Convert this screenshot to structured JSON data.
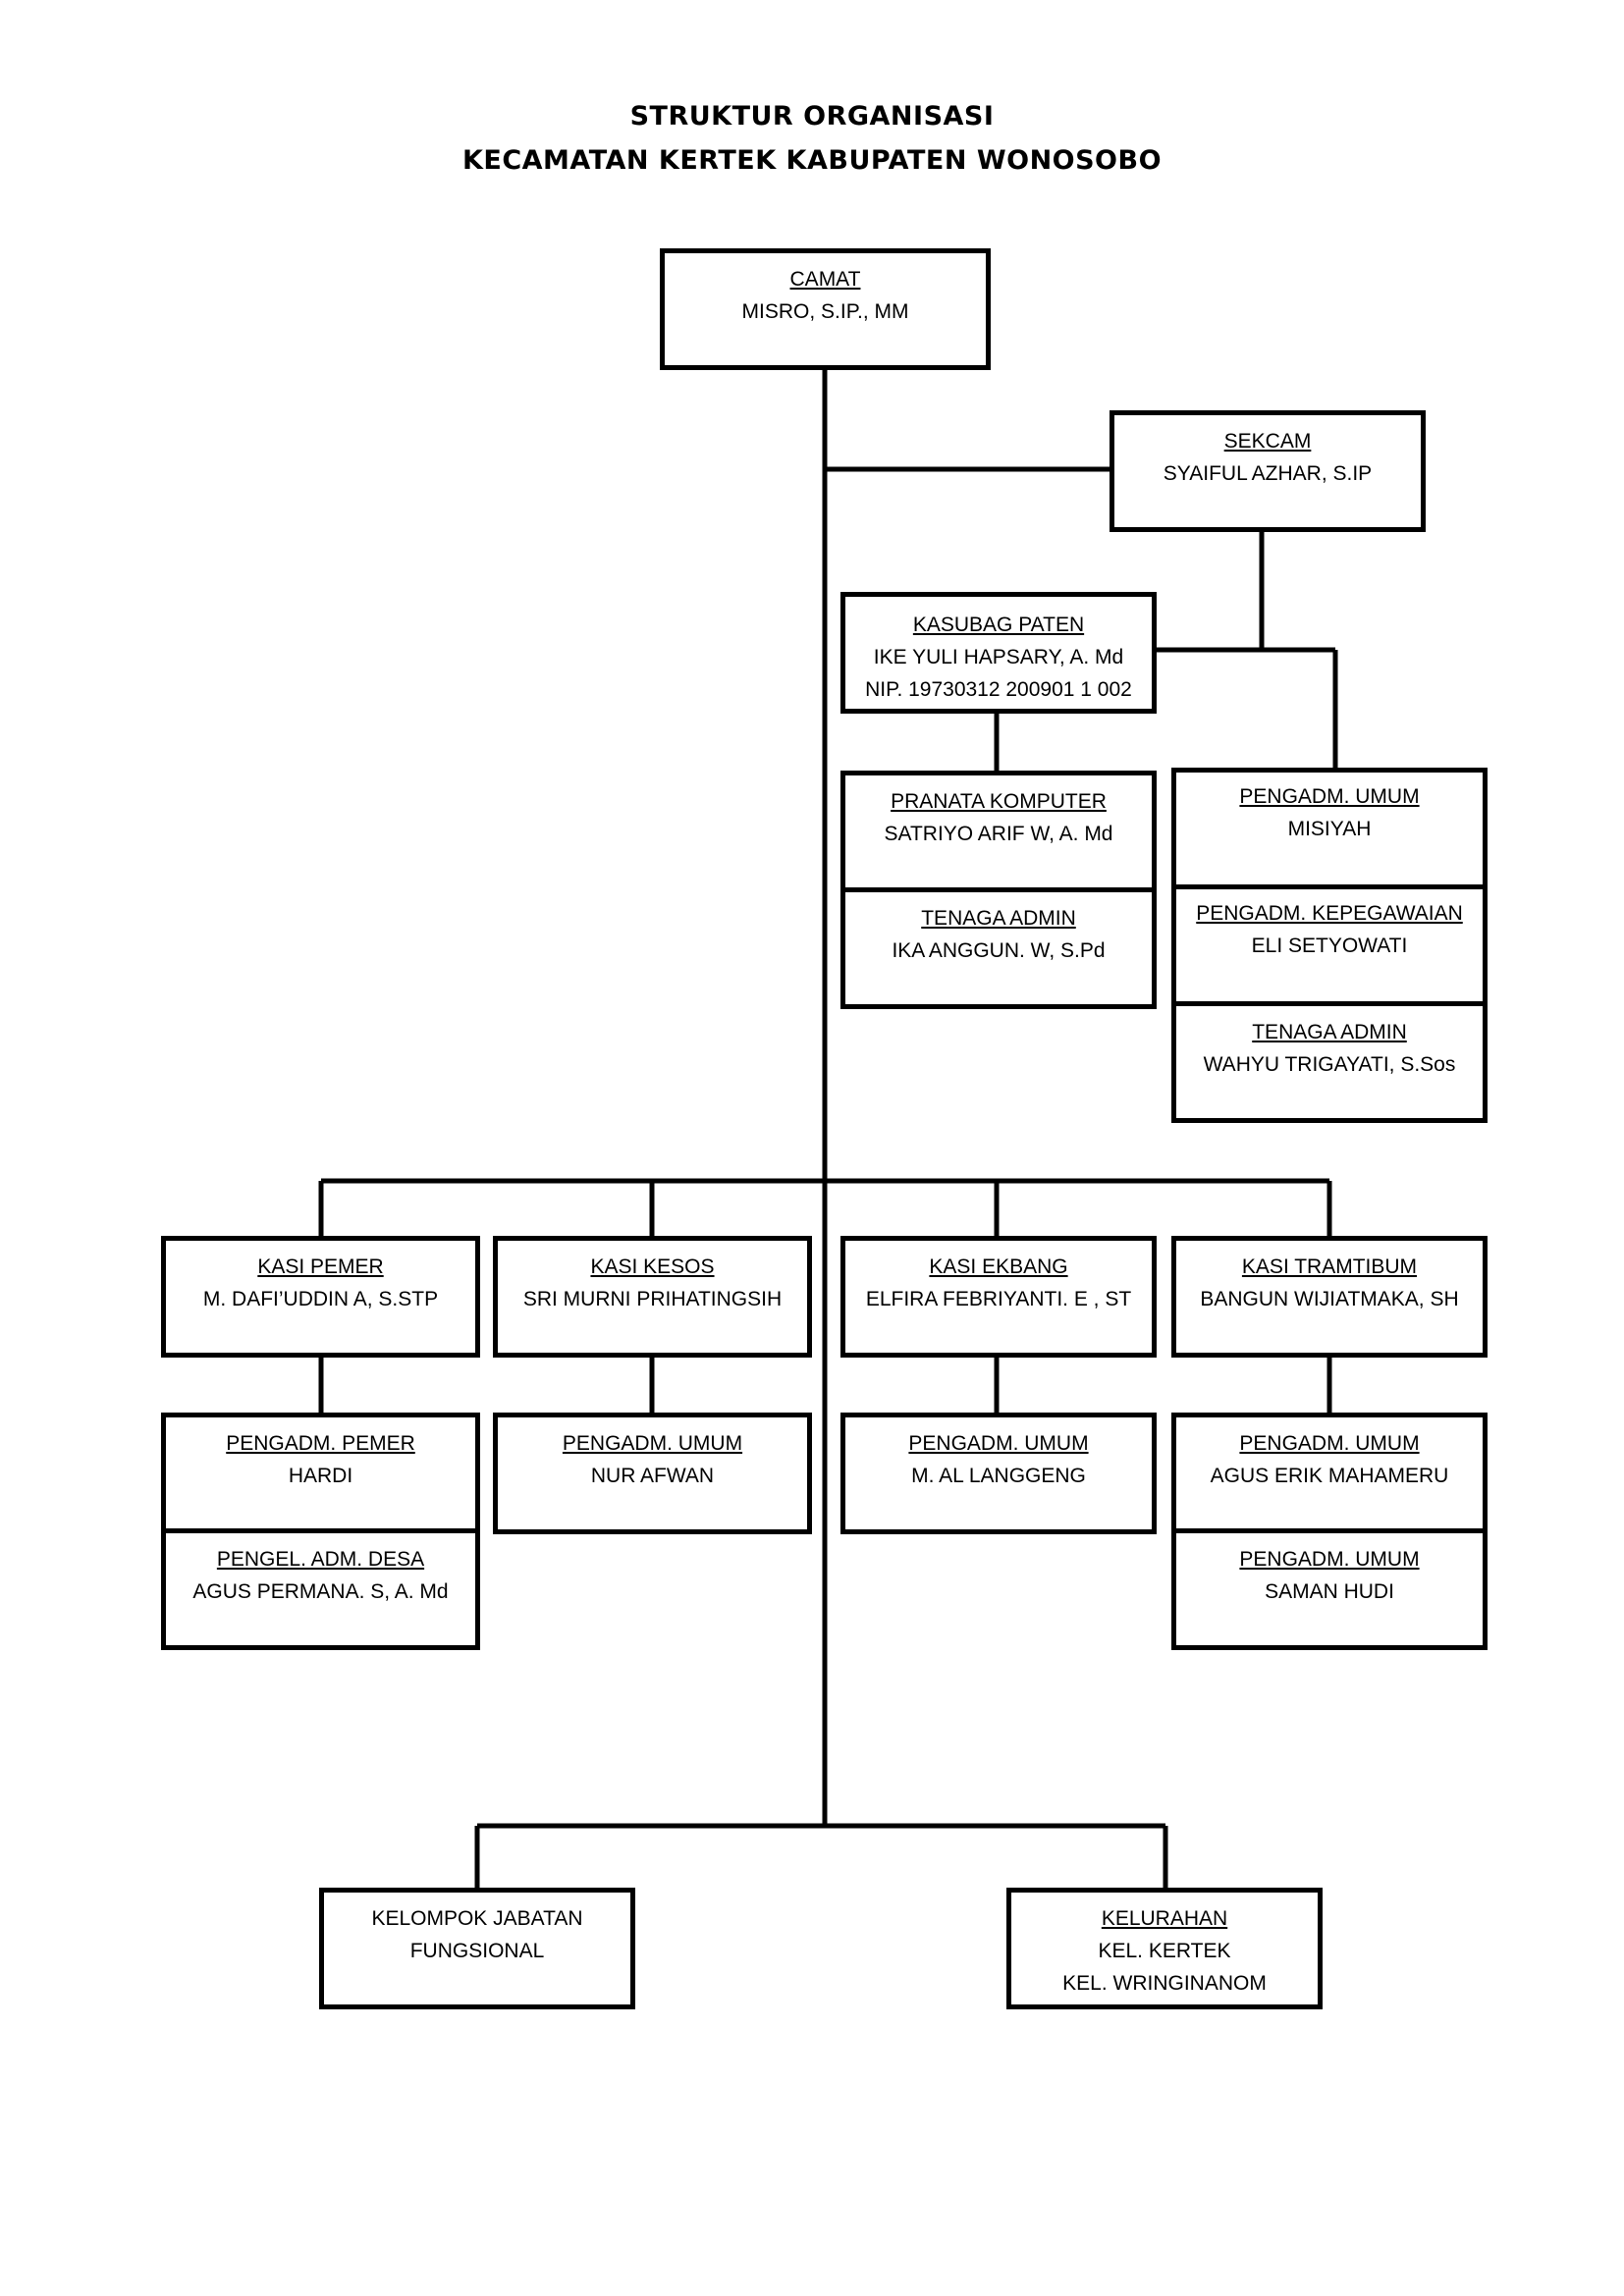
{
  "title": {
    "line1": "STRUKTUR ORGANISASI",
    "line2": "KECAMATAN KERTEK KABUPATEN WONOSOBO"
  },
  "camat": {
    "role": "CAMAT",
    "name": "MISRO, S.IP., MM"
  },
  "sekcam": {
    "role": "SEKCAM",
    "name": "SYAIFUL AZHAR, S.IP"
  },
  "kasubag_paten": {
    "role": "KASUBAG PATEN",
    "name": "IKE YULI HAPSARY, A. Md",
    "nip": "NIP. 19730312 200901 1 002"
  },
  "pranata_komputer": {
    "role": "PRANATA KOMPUTER",
    "name": "SATRIYO ARIF W, A. Md"
  },
  "tenaga_admin_1": {
    "role": "TENAGA ADMIN",
    "name": "IKA ANGGUN. W, S.Pd"
  },
  "pengadm_umum_sekcam": {
    "role": "PENGADM. UMUM",
    "name": "MISIYAH"
  },
  "pengadm_kepegawaian": {
    "role": "PENGADM. KEPEGAWAIAN",
    "name": "ELI SETYOWATI"
  },
  "tenaga_admin_2": {
    "role": "TENAGA ADMIN",
    "name": "WAHYU TRIGAYATI, S.Sos"
  },
  "kasi_pemer": {
    "role": "KASI PEMER",
    "name": "M. DAFI’UDDIN A, S.STP"
  },
  "kasi_kesos": {
    "role": "KASI KESOS",
    "name": "SRI MURNI PRIHATINGSIH"
  },
  "kasi_ekbang": {
    "role": "KASI EKBANG",
    "name": "ELFIRA FEBRIYANTI. E , ST"
  },
  "kasi_tramtibum": {
    "role": "KASI TRAMTIBUM",
    "name": "BANGUN WIJIATMAKA, SH"
  },
  "pengadm_pemer": {
    "role": "PENGADM. PEMER",
    "name": "HARDI"
  },
  "pengel_adm_desa": {
    "role": "PENGEL. ADM. DESA",
    "name": "AGUS PERMANA. S, A. Md"
  },
  "pengadm_umum_kesos": {
    "role": "PENGADM. UMUM",
    "name": "NUR AFWAN"
  },
  "pengadm_umum_ekbang": {
    "role": "PENGADM. UMUM",
    "name": "M. AL LANGGENG"
  },
  "pengadm_umum_tramtibum_1": {
    "role": "PENGADM. UMUM",
    "name": "AGUS ERIK MAHAMERU"
  },
  "pengadm_umum_tramtibum_2": {
    "role": "PENGADM. UMUM",
    "name": "SAMAN HUDI"
  },
  "kelompok_jabatan": {
    "line1": "KELOMPOK JABATAN",
    "line2": "FUNGSIONAL"
  },
  "kelurahan": {
    "role": "KELURAHAN",
    "line1": "KEL. KERTEK",
    "line2": "KEL. WRINGINANOM"
  }
}
